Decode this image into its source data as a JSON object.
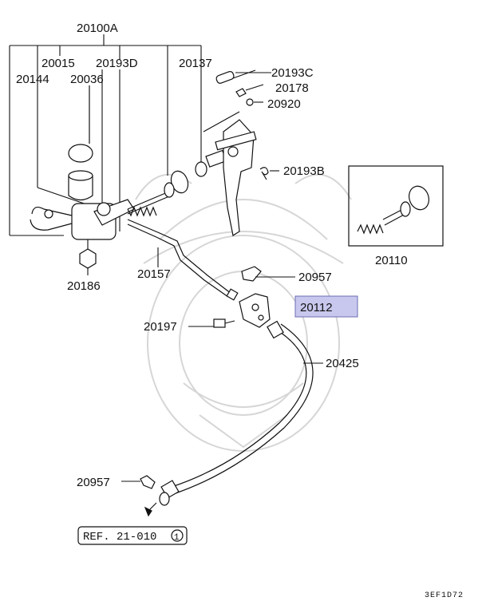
{
  "labels": {
    "l20100A": "20100A",
    "l20015": "20015",
    "l20193D": "20193D",
    "l20144": "20144",
    "l20036": "20036",
    "l20137": "20137",
    "l20193C": "20193C",
    "l20178": "20178",
    "l20920": "20920",
    "l20193B": "20193B",
    "l20110": "20110",
    "l20186": "20186",
    "l20157": "20157",
    "l20957a": "20957",
    "l20112": "20112",
    "l20197": "20197",
    "l20425": "20425",
    "l20957b": "20957"
  },
  "reference": {
    "text": "REF. 21-010",
    "circled": "1"
  },
  "diagram_code": "3EF1D72",
  "colors": {
    "highlight": "#c8c8ee",
    "line": "#111111",
    "watermark": "#d6d6d6"
  }
}
